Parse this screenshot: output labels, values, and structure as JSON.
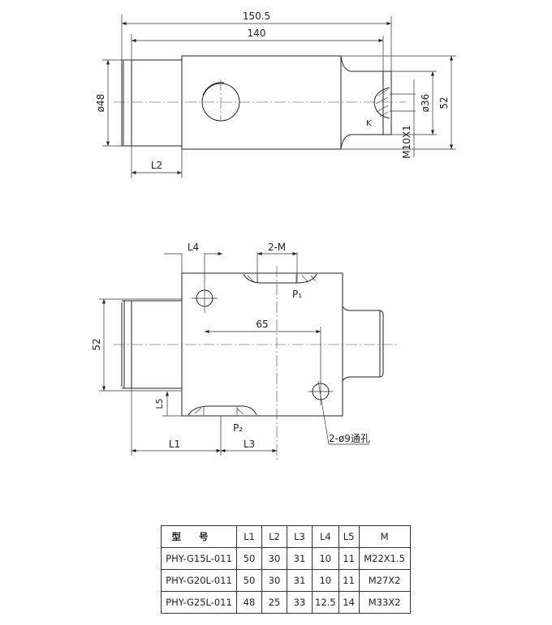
{
  "top_view": {
    "dim_overall": "150.5",
    "dim_length": "140",
    "dim_dia_left": "ø48",
    "dim_l2": "L2",
    "dim_height": "52",
    "dim_dia_right": "ø36",
    "thread": "M10X1",
    "mark_k": "K"
  },
  "side_view": {
    "dim_l4": "L4",
    "dim_2m": "2-M",
    "port_p1": "P₁",
    "port_p2": "P₂",
    "dim_height": "52",
    "dim_holes": "65",
    "dim_l5": "L5",
    "dim_l1": "L1",
    "dim_l3": "L3",
    "holes_note": "2-ø9通孔"
  },
  "table": {
    "headers": [
      "型号",
      "L1",
      "L2",
      "L3",
      "L4",
      "L5",
      "M"
    ],
    "rows": [
      [
        "PHY-G15L-011",
        "50",
        "30",
        "31",
        "10",
        "11",
        "M22X1.5"
      ],
      [
        "PHY-G20L-011",
        "50",
        "30",
        "31",
        "10",
        "11",
        "M27X2"
      ],
      [
        "PHY-G25L-011",
        "48",
        "25",
        "33",
        "12.5",
        "14",
        "M33X2"
      ]
    ]
  }
}
